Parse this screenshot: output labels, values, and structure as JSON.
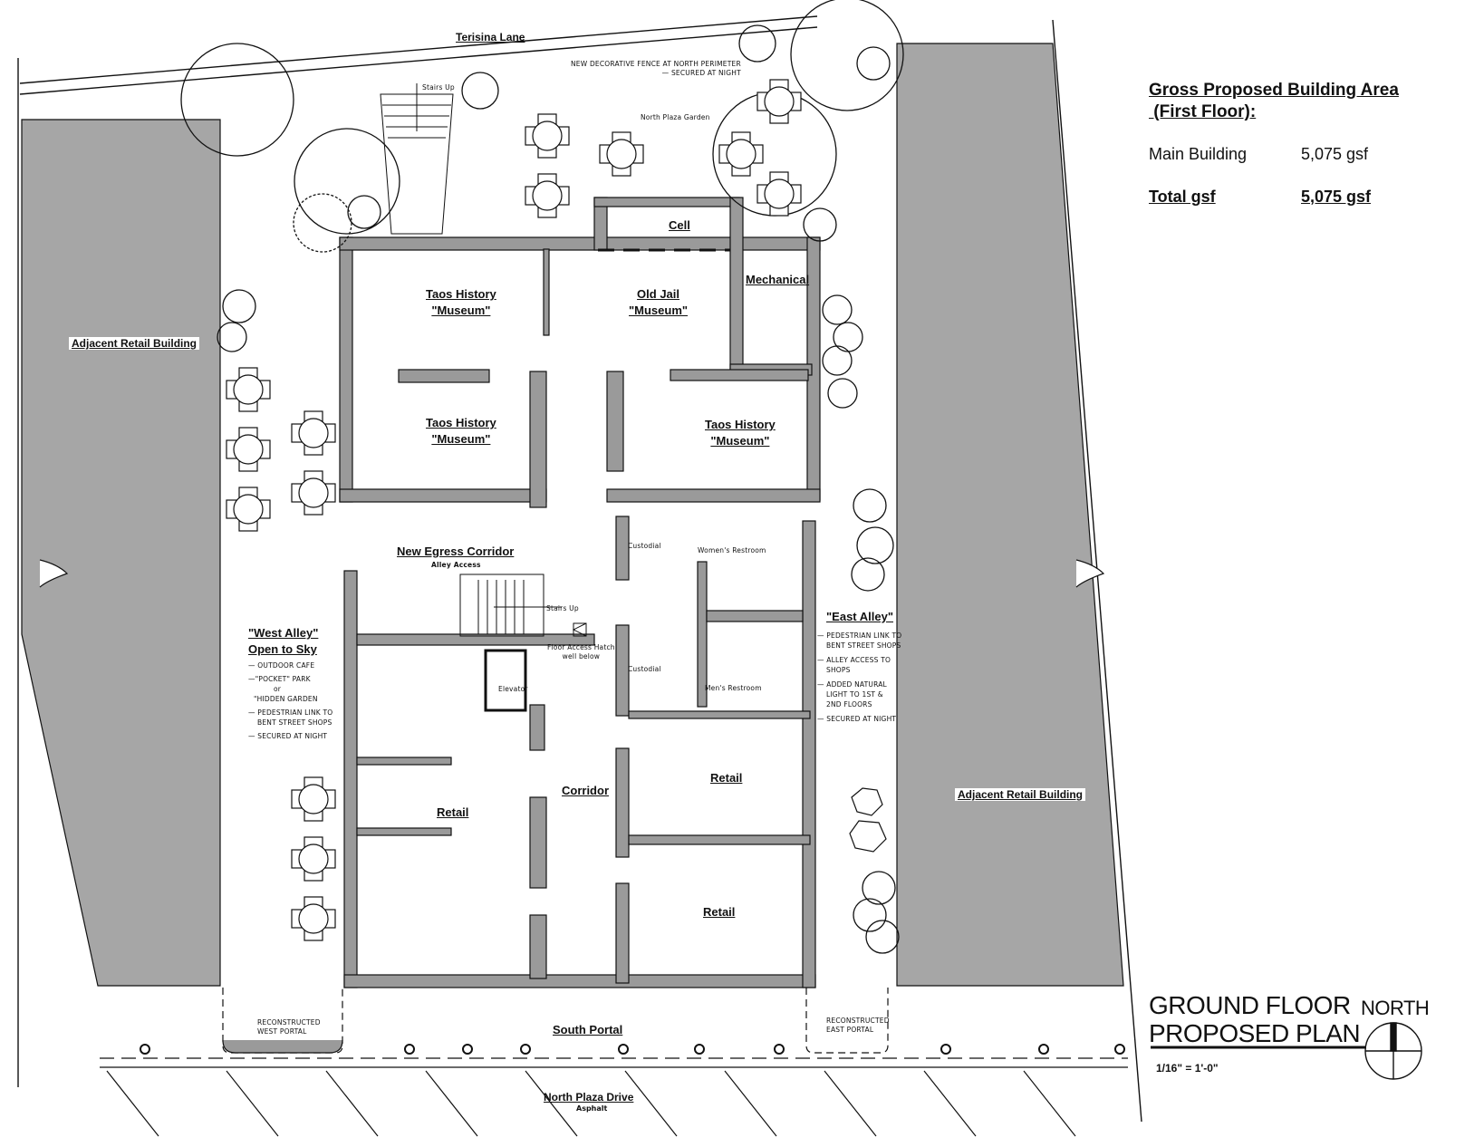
{
  "streets": {
    "north": "Terisina Lane",
    "south": "North Plaza Drive",
    "south_surface": "Asphalt"
  },
  "site_notes": {
    "fence_note_1": "NEW DECORATIVE FENCE AT NORTH PERIMETER",
    "fence_note_2": "— SECURED AT NIGHT",
    "north_garden": "North Plaza Garden",
    "north_stairs": "Stairs Up"
  },
  "adjacent": {
    "west": "Adjacent Retail Building",
    "east": "Adjacent Retail Building"
  },
  "rooms": {
    "cell": "Cell",
    "mechanical": "Mechanical",
    "museum_nw_1": "Taos History",
    "museum_nw_2": "\"Museum\"",
    "jail_1": "Old Jail",
    "jail_2": "\"Museum\"",
    "museum_sw_1": "Taos History",
    "museum_sw_2": "\"Museum\"",
    "museum_e_1": "Taos History",
    "museum_e_2": "\"Museum\"",
    "egress_corridor": "New Egress Corridor",
    "egress_sub": "Alley Access",
    "stairs_up": "Stairs Up",
    "hatch_1": "Floor Access Hatch",
    "hatch_2": "well below",
    "elevator": "Elevator",
    "custodial_1": "Custodial",
    "custodial_2": "Custodial",
    "womens": "Women's Restroom",
    "mens": "Men's Restroom",
    "corridor": "Corridor",
    "retail_west": "Retail",
    "retail_east_1": "Retail",
    "retail_east_2": "Retail",
    "south_portal": "South Portal",
    "west_portal_1": "RECONSTRUCTED",
    "west_portal_2": "WEST PORTAL",
    "east_portal_1": "RECONSTRUCTED",
    "east_portal_2": "EAST PORTAL"
  },
  "west_alley": {
    "title_1": "\"West Alley\"",
    "title_2": "Open to Sky",
    "notes": [
      "— OUTDOOR CAFE",
      "—\"POCKET\" PARK",
      "or",
      "\"HIDDEN GARDEN",
      "— PEDESTRIAN LINK TO",
      "BENT STREET SHOPS",
      "— SECURED AT NIGHT"
    ]
  },
  "east_alley": {
    "title": "\"East Alley\"",
    "notes": [
      "— PEDESTRIAN LINK TO",
      "BENT STREET SHOPS",
      "— ALLEY ACCESS TO",
      "SHOPS",
      "— ADDED NATURAL",
      "LIGHT TO 1ST &",
      "2ND FLOORS",
      "— SECURED AT NIGHT"
    ]
  },
  "area_table": {
    "title_1": "Gross  Proposed Building Area",
    "title_2": " (First Floor):",
    "rows": [
      {
        "label": "Main Building",
        "value": "5,075 gsf"
      },
      {
        "label": "Total gsf",
        "value": "5,075 gsf"
      }
    ]
  },
  "title_block": {
    "line1": "GROUND FLOOR",
    "line2": "PROPOSED PLAN",
    "north_label": "NORTH",
    "scale": "1/16\" = 1'-0\""
  },
  "colors": {
    "wall_fill": "#9a9a9a",
    "adjacent_fill": "#a6a6a6",
    "line": "#111111",
    "background": "#ffffff"
  }
}
